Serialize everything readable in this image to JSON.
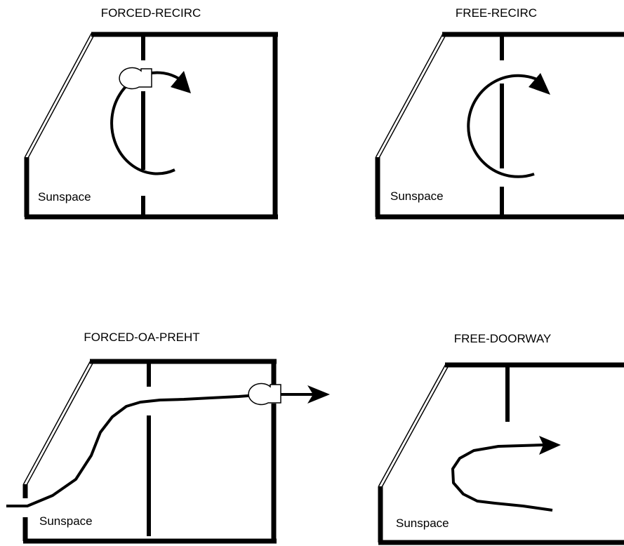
{
  "panels": [
    {
      "title": "FORCED-RECIRC",
      "room_label": "Sunspace"
    },
    {
      "title": "FREE-RECIRC",
      "room_label": "Sunspace"
    },
    {
      "title": "FORCED-OA-PREHT",
      "room_label": "Sunspace"
    },
    {
      "title": "FREE-DOORWAY",
      "room_label": "Sunspace"
    }
  ]
}
